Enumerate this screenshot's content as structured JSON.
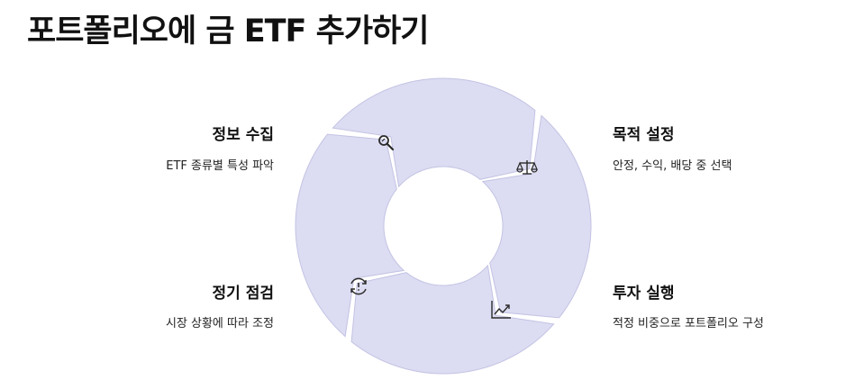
{
  "title": "포트폴리오에 금 ETF 추가하기",
  "colors": {
    "segment_fill": "#dcdcf2",
    "segment_stroke": "#c3c3e4",
    "icon": "#2a2a2a"
  },
  "steps": [
    {
      "title": "정보 수집",
      "desc": "ETF 종류별 특성 파악",
      "icon": "search-icon"
    },
    {
      "title": "목적 설정",
      "desc": "안정, 수익, 배당 중 선택",
      "icon": "scale-icon"
    },
    {
      "title": "투자 실행",
      "desc": "적정 비중으로 포트폴리오 구성",
      "icon": "trend-chart-icon"
    },
    {
      "title": "정기 점검",
      "desc": "시장 상황에 따라 조정",
      "icon": "refresh-alert-icon"
    }
  ]
}
